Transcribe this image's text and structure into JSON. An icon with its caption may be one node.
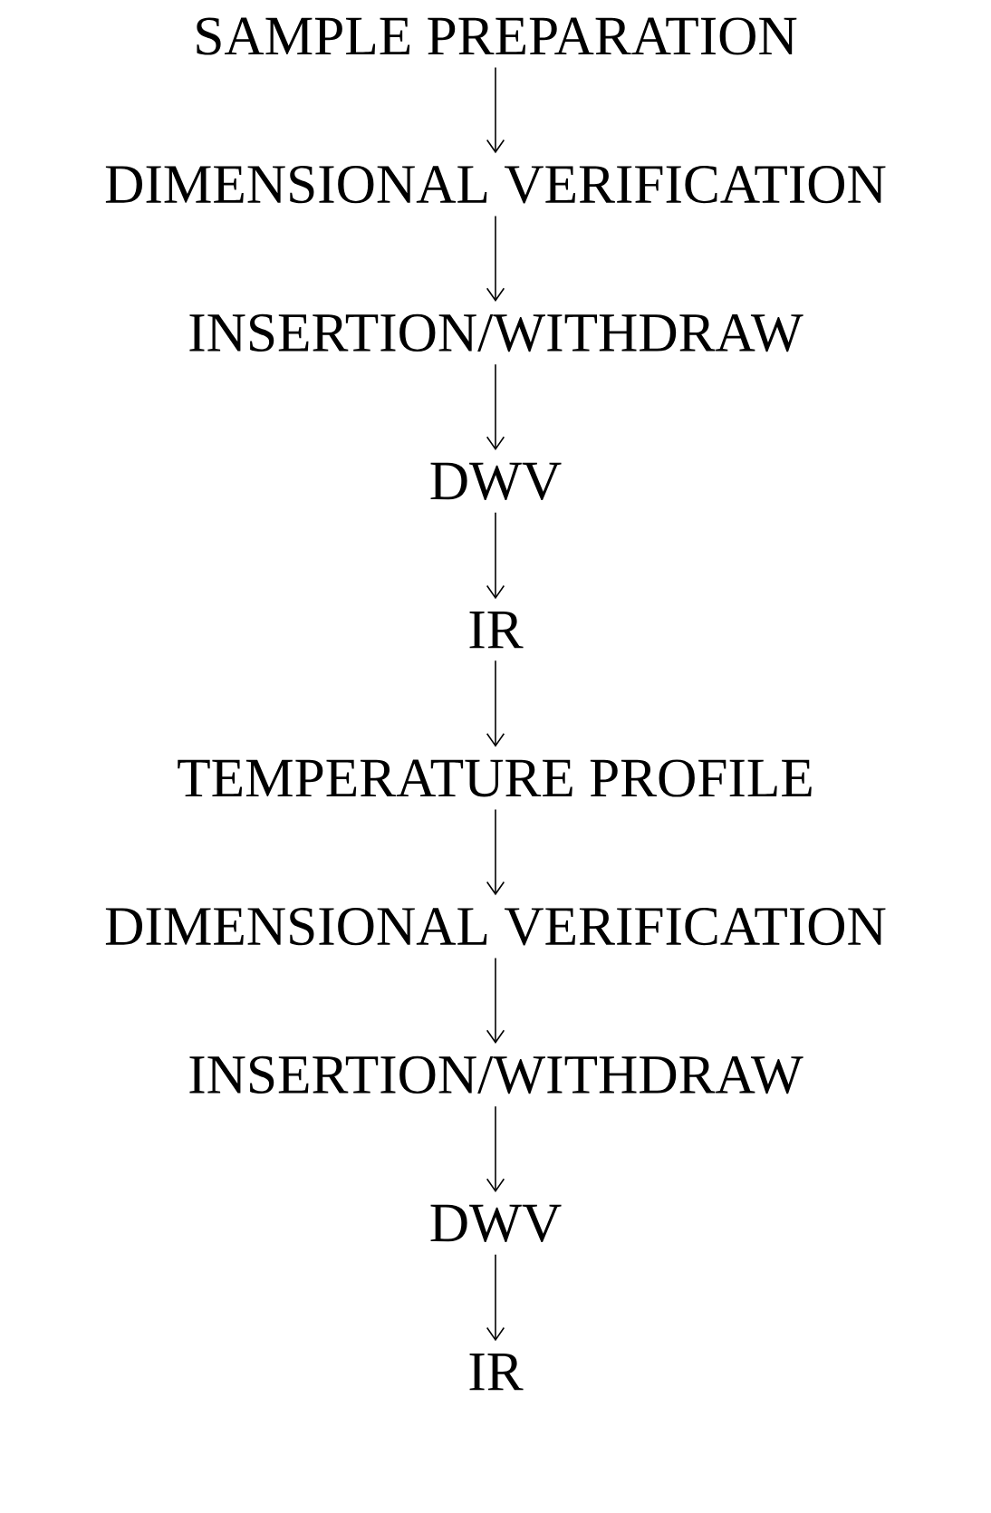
{
  "diagram": {
    "nodes": [
      {
        "text": [
          "SAMPLE PREPARATION"
        ]
      },
      {
        "text": [
          "DIMENSIONAL VERIFICATION"
        ]
      },
      {
        "text": [
          "INSERTION/WITHDRAW"
        ]
      },
      {
        "text": [
          "DWV"
        ]
      },
      {
        "text": [
          "IR"
        ]
      },
      {
        "text": [
          "TEMPERATURE PROFILE"
        ]
      },
      {
        "text": [
          "DIMENSIONAL VERIFICATION"
        ]
      },
      {
        "text": [
          "INSERTION/WITHDRAW"
        ]
      },
      {
        "text": [
          "DWV"
        ]
      },
      {
        "text": [
          "IR"
        ]
      }
    ],
    "edges": [
      {
        "from": 0,
        "to": 1,
        "arrow": "to"
      },
      {
        "from": 1,
        "to": 2,
        "arrow": "to"
      },
      {
        "from": 2,
        "to": 3,
        "arrow": "to"
      },
      {
        "from": 3,
        "to": 4,
        "arrow": "to"
      },
      {
        "from": 4,
        "to": 5,
        "arrow": "to"
      },
      {
        "from": 5,
        "to": 6,
        "arrow": "to"
      },
      {
        "from": 6,
        "to": 7,
        "arrow": "to"
      },
      {
        "from": 7,
        "to": 8,
        "arrow": "to"
      },
      {
        "from": 8,
        "to": 9,
        "arrow": "to"
      }
    ]
  }
}
